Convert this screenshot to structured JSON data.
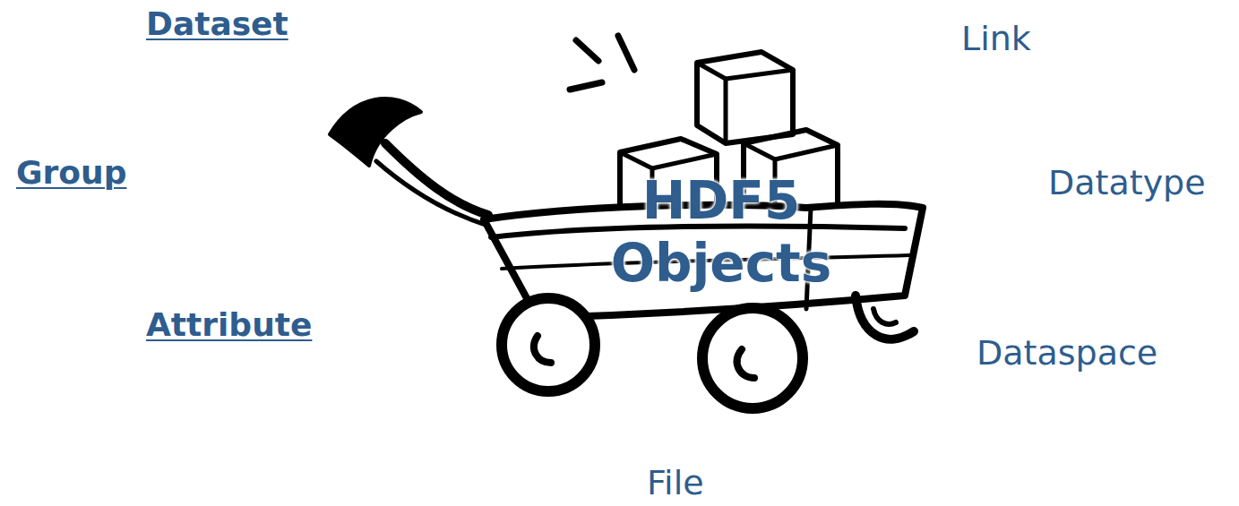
{
  "diagram": {
    "title": "HDF5 Objects",
    "labels": [
      "Dataset",
      "Link",
      "Group",
      "Datatype",
      "Attribute",
      "Dataspace",
      "File"
    ]
  }
}
